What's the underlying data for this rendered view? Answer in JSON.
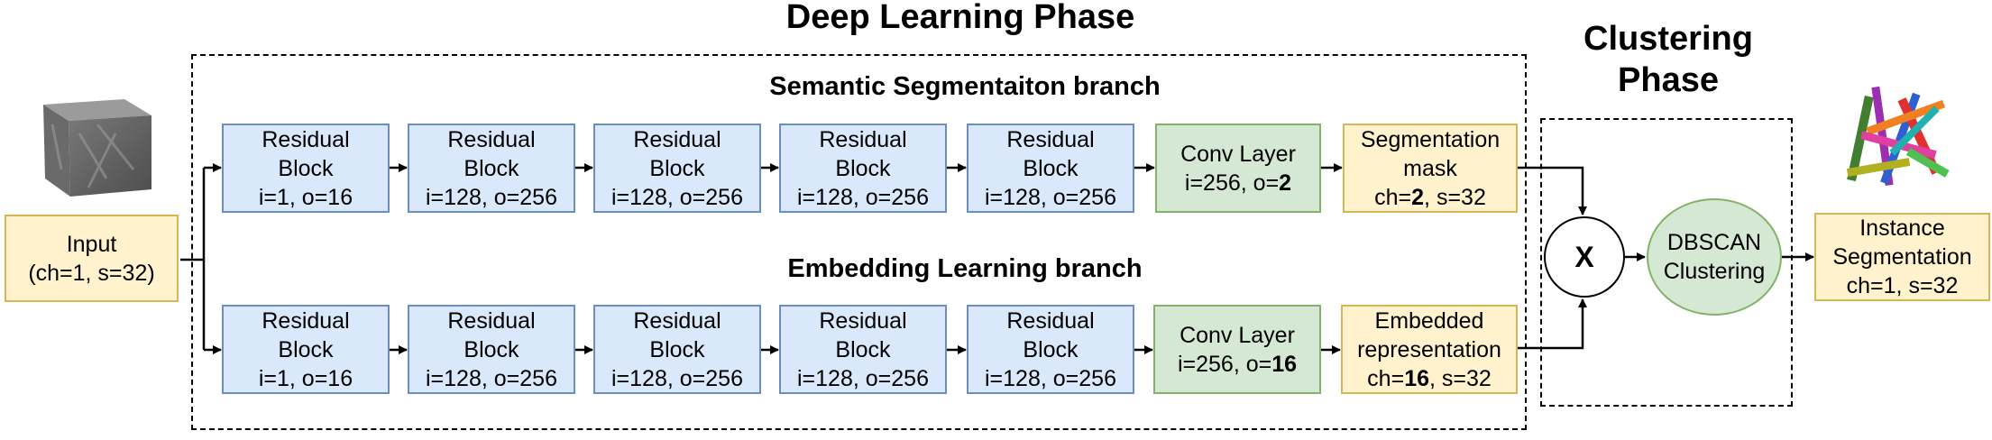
{
  "phases": {
    "deep_learning": "Deep Learning Phase",
    "clustering_line1": "Clustering",
    "clustering_line2": "Phase"
  },
  "branches": {
    "semantic": "Semantic Segmentaiton branch",
    "embedding": "Embedding Learning branch"
  },
  "input": {
    "line1": "Input",
    "line2": "(ch=1, s=32)"
  },
  "semantic_blocks": [
    {
      "line1": "Residual",
      "line2": "Block",
      "line3": "i=1, o=16"
    },
    {
      "line1": "Residual",
      "line2": "Block",
      "line3": "i=128, o=256"
    },
    {
      "line1": "Residual",
      "line2": "Block",
      "line3": "i=128, o=256"
    },
    {
      "line1": "Residual",
      "line2": "Block",
      "line3": "i=128, o=256"
    },
    {
      "line1": "Residual",
      "line2": "Block",
      "line3": "i=128, o=256"
    }
  ],
  "embedding_blocks": [
    {
      "line1": "Residual",
      "line2": "Block",
      "line3": "i=1, o=16"
    },
    {
      "line1": "Residual",
      "line2": "Block",
      "line3": "i=128, o=256"
    },
    {
      "line1": "Residual",
      "line2": "Block",
      "line3": "i=128, o=256"
    },
    {
      "line1": "Residual",
      "line2": "Block",
      "line3": "i=128, o=256"
    },
    {
      "line1": "Residual",
      "line2": "Block",
      "line3": "i=128, o=256"
    }
  ],
  "semantic_conv": {
    "line1": "Conv Layer",
    "line2_prefix": "i=256, o=",
    "line2_bold": "2"
  },
  "embedding_conv": {
    "line1": "Conv Layer",
    "line2_prefix": "i=256, o=",
    "line2_bold": "16"
  },
  "seg_mask": {
    "line1": "Segmentation",
    "line2": "mask",
    "line3_prefix": "ch=",
    "line3_bold": "2",
    "line3_suffix": ", s=32"
  },
  "embedded_rep": {
    "line1": "Embedded",
    "line2": "representation",
    "line3_prefix": "ch=",
    "line3_bold": "16",
    "line3_suffix": ", s=32"
  },
  "multiply": {
    "symbol": "X"
  },
  "dbscan": {
    "line1": "DBSCAN",
    "line2": "Clustering"
  },
  "instance_seg": {
    "line1": "Instance",
    "line2": "Segmentation",
    "line3": "ch=1, s=32"
  },
  "colors": {
    "block_fill": "#dae8fc",
    "block_stroke": "#6c8ebf",
    "conv_fill": "#d5e8d4",
    "conv_stroke": "#82b366",
    "io_fill": "#fff2cc",
    "io_stroke": "#d6b656"
  }
}
